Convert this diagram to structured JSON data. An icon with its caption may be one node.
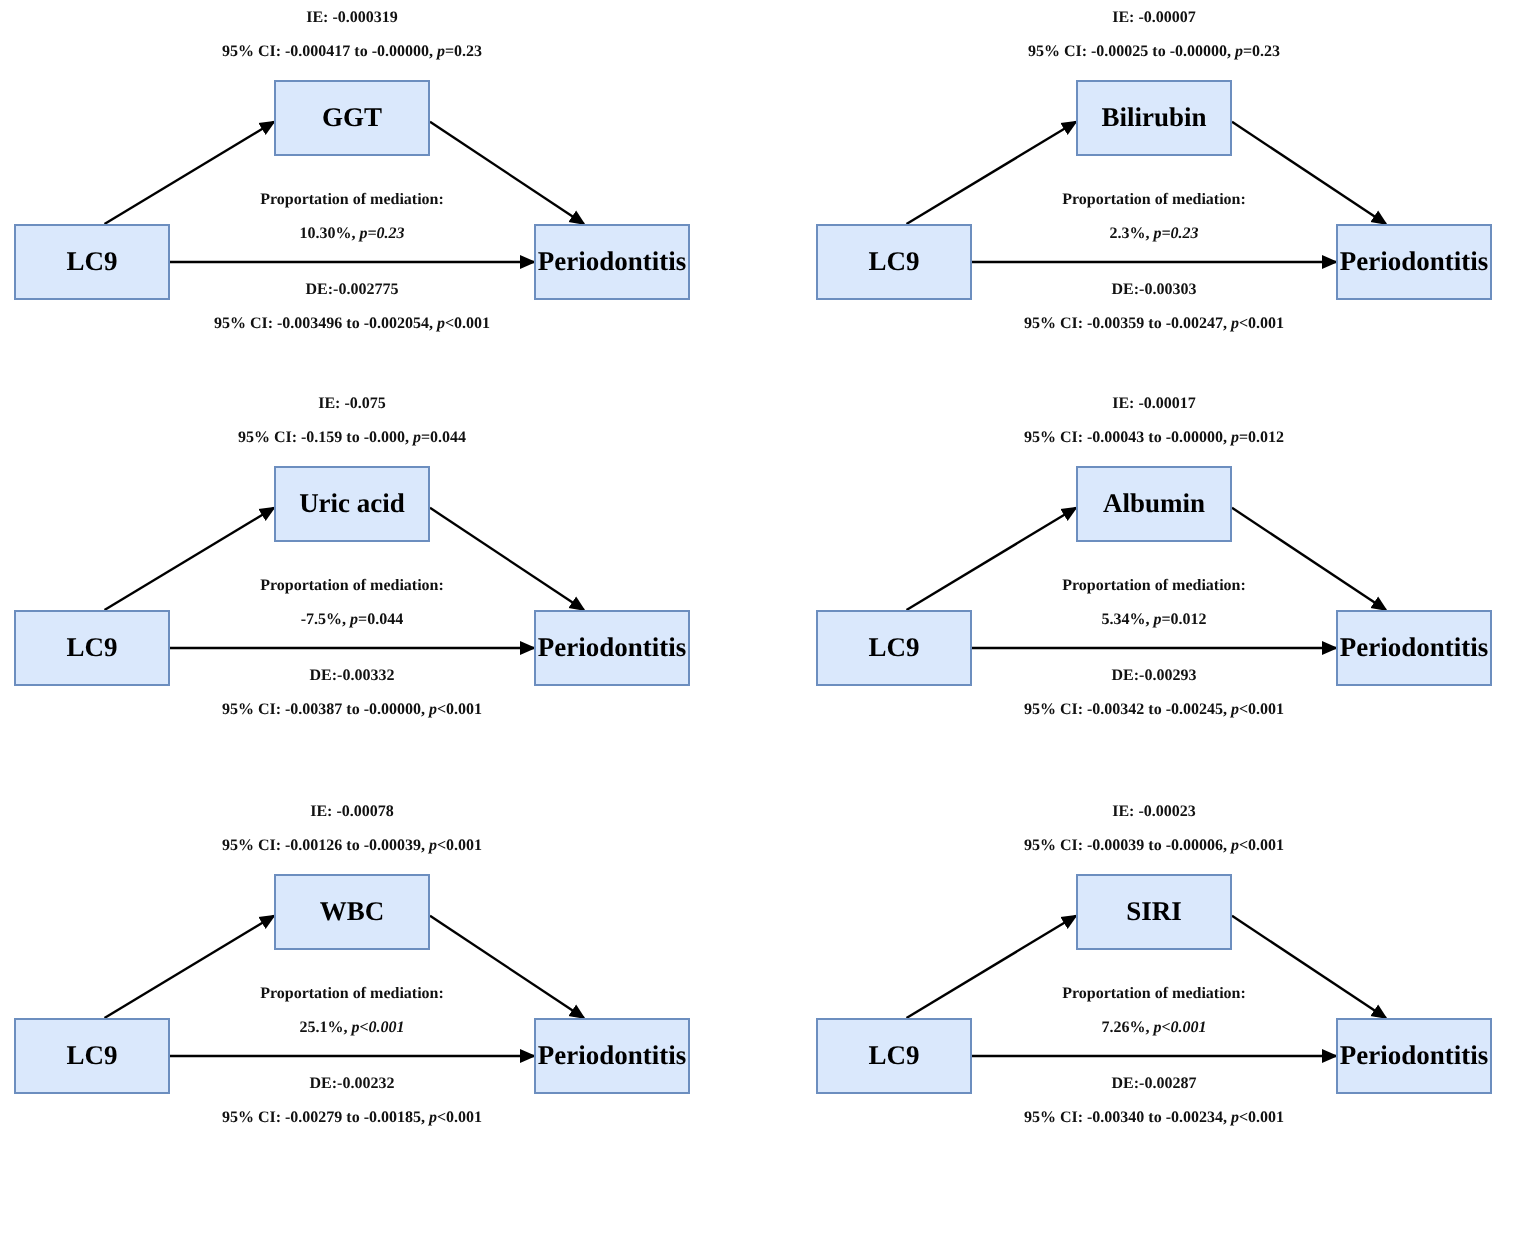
{
  "diagram": {
    "nodes": [
      {
        "text": [
          "GGT"
        ]
      },
      {
        "text": [
          "LC9"
        ]
      },
      {
        "text": [
          "Periodontitis"
        ]
      },
      {
        "text": [
          "Bilirubin"
        ]
      },
      {
        "text": [
          "LC9"
        ]
      },
      {
        "text": [
          "Periodontitis"
        ]
      },
      {
        "text": [
          "Uric acid"
        ]
      },
      {
        "text": [
          "LC9"
        ]
      },
      {
        "text": [
          "Periodontitis"
        ]
      },
      {
        "text": [
          "Albumin"
        ]
      },
      {
        "text": [
          "LC9"
        ]
      },
      {
        "text": [
          "Periodontitis"
        ]
      },
      {
        "text": [
          "WBC"
        ]
      },
      {
        "text": [
          "LC9"
        ]
      },
      {
        "text": [
          "Periodontitis"
        ]
      },
      {
        "text": [
          "SIRI"
        ]
      },
      {
        "text": [
          "LC9"
        ]
      },
      {
        "text": [
          "Periodontitis"
        ]
      }
    ],
    "edges": [
      {
        "from": 1,
        "to": 0,
        "arrow": "to"
      },
      {
        "from": 0,
        "to": 2,
        "arrow": "to"
      },
      {
        "from": 1,
        "to": 2,
        "arrow": "to"
      },
      {
        "from": 4,
        "to": 3,
        "arrow": "to"
      },
      {
        "from": 3,
        "to": 5,
        "arrow": "to"
      },
      {
        "from": 4,
        "to": 5,
        "arrow": "to"
      },
      {
        "from": 7,
        "to": 6,
        "arrow": "to"
      },
      {
        "from": 6,
        "to": 8,
        "arrow": "to"
      },
      {
        "from": 7,
        "to": 8,
        "arrow": "to"
      },
      {
        "from": 10,
        "to": 9,
        "arrow": "to"
      },
      {
        "from": 9,
        "to": 11,
        "arrow": "to"
      },
      {
        "from": 10,
        "to": 11,
        "arrow": "to"
      },
      {
        "from": 13,
        "to": 12,
        "arrow": "to"
      },
      {
        "from": 12,
        "to": 14,
        "arrow": "to"
      },
      {
        "from": 13,
        "to": 14,
        "arrow": "to"
      },
      {
        "from": 16,
        "to": 15,
        "arrow": "to"
      },
      {
        "from": 15,
        "to": 17,
        "arrow": "to"
      },
      {
        "from": 16,
        "to": 17,
        "arrow": "to"
      }
    ],
    "labels": [
      "IE: -0.000319",
      "95% CI: -0.000417 to -0.00000, *p*=0.23",
      "Proportation of mediation:",
      "10.30%, *p=0.23*",
      "DE:-0.002775",
      "95% CI: -0.003496 to -0.002054, *p*<0.001",
      "IE: -0.00007",
      "95% CI: -0.00025 to -0.00000, *p*=0.23",
      "Proportation of mediation:",
      "2.3%, *p=0.23*",
      "DE:-0.00303",
      "95% CI: -0.00359 to -0.00247, *p*<0.001",
      "IE: -0.075",
      "95% CI: -0.159 to -0.000, *p*=0.044",
      "Proportation of mediation:",
      "-7.5%, *p*=0.044",
      "DE:-0.00332",
      "95% CI: -0.00387 to -0.00000, *p*<0.001",
      "IE: -0.00017",
      "95% CI: -0.00043 to -0.00000, *p*=0.012",
      "Proportation of mediation:",
      "5.34%, *p*=0.012",
      "DE:-0.00293",
      "95% CI: -0.00342 to -0.00245, *p*<0.001",
      "IE: -0.00078",
      "95% CI: -0.00126 to -0.00039, *p*<0.001",
      "Proportation of mediation:",
      "25.1%, *p<0.001*",
      "DE:-0.00232",
      "95% CI: -0.00279 to -0.00185, *p*<0.001",
      "IE: -0.00023",
      "95% CI: -0.00039 to -0.00006, *p*<0.001",
      "Proportation of mediation:",
      "7.26%, *p<0.001*",
      "DE:-0.00287",
      "95% CI: -0.00340 to -0.00234, *p*<0.001"
    ]
  }
}
